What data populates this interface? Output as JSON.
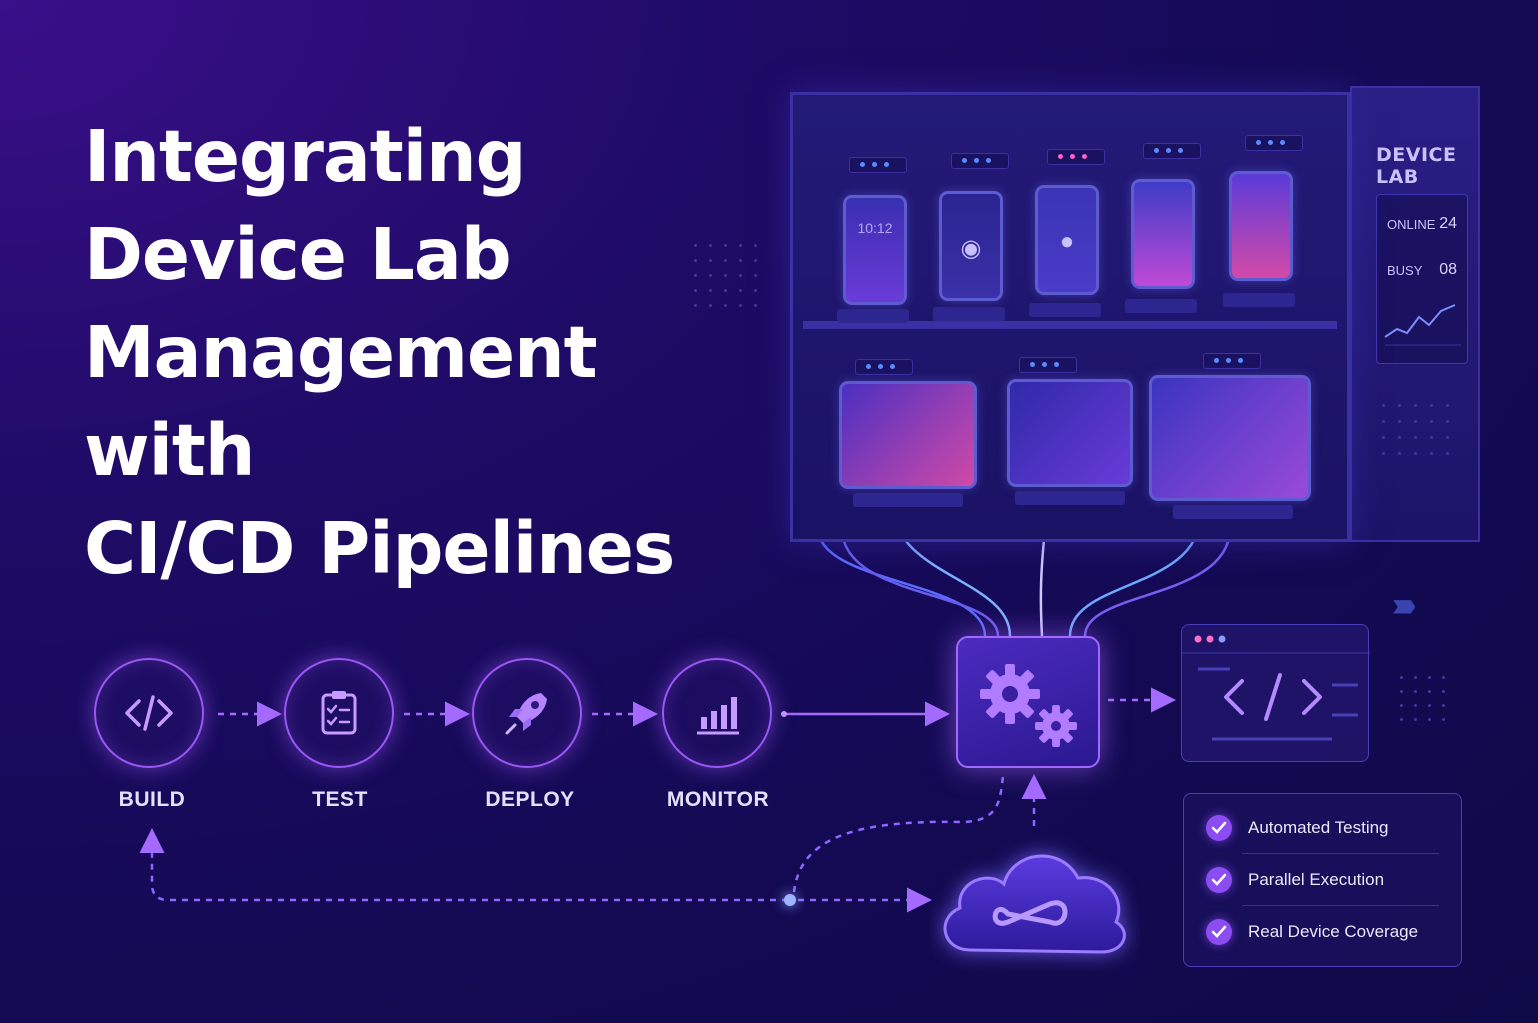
{
  "headline": {
    "line1": "Integrating",
    "line2": "Device Lab",
    "line3": "Management",
    "line4": "with",
    "line5": "CI/CD Pipelines"
  },
  "pipeline": {
    "stages": [
      {
        "label": "BUILD",
        "icon": "code-icon"
      },
      {
        "label": "TEST",
        "icon": "clipboard-check-icon"
      },
      {
        "label": "DEPLOY",
        "icon": "rocket-icon"
      },
      {
        "label": "MONITOR",
        "icon": "bar-chart-icon"
      }
    ],
    "hub_icon": "gears-icon",
    "cloud_icon": "infinity-cloud-icon"
  },
  "device_lab": {
    "title": "DEVICE LAB",
    "stats": [
      {
        "label": "ONLINE",
        "value": "24"
      },
      {
        "label": "BUSY",
        "value": "08"
      }
    ],
    "lock_time": "10:12"
  },
  "features": [
    "Automated Testing",
    "Parallel Execution",
    "Real Device Coverage"
  ],
  "colors": {
    "background": "#140a55",
    "accent": "#9b57f5",
    "hub": "#4b2bbf",
    "blue_glow": "#5a6bff"
  }
}
